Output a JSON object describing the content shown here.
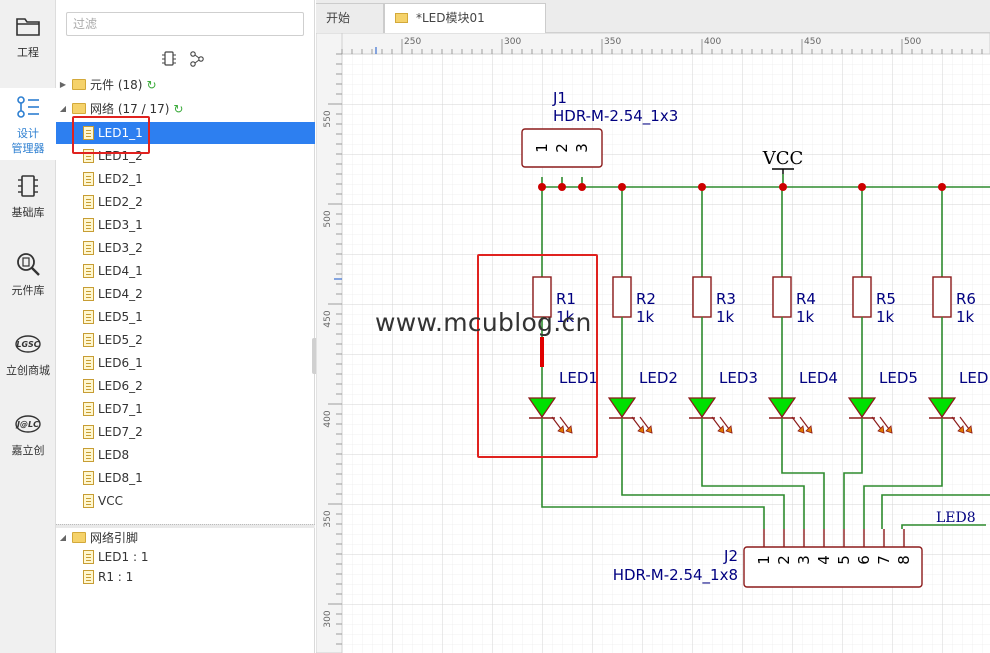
{
  "rail": {
    "items": [
      {
        "label": "工程",
        "icon": "folder-icon"
      },
      {
        "label": "设计\n管理器",
        "icon": "design-manager-icon",
        "active": true
      },
      {
        "label": "基础库",
        "icon": "chip-icon"
      },
      {
        "label": "元件库",
        "icon": "search-chip-icon"
      },
      {
        "label": "立创商城",
        "icon": "lcsc-logo-icon"
      },
      {
        "label": "嘉立创",
        "icon": "jlc-logo-icon"
      }
    ]
  },
  "panel": {
    "filter_placeholder": "过滤",
    "tree": {
      "components": {
        "label": "元件 (18)"
      },
      "nets": {
        "label": "网络 (17 / 17)"
      },
      "net_items": [
        "LED1_1",
        "LED1_2",
        "LED2_1",
        "LED2_2",
        "LED3_1",
        "LED3_2",
        "LED4_1",
        "LED4_2",
        "LED5_1",
        "LED5_2",
        "LED6_1",
        "LED6_2",
        "LED7_1",
        "LED7_2",
        "LED8",
        "LED8_1",
        "VCC"
      ],
      "selected": "LED1_1"
    },
    "net_pins": {
      "label": "网络引脚",
      "items": [
        "LED1 : 1",
        "R1 : 1"
      ]
    }
  },
  "tabs": [
    {
      "label": "开始",
      "active": false
    },
    {
      "label": "*LED模块01",
      "active": true
    }
  ],
  "ruler": {
    "top_ticks": [
      "250",
      "300",
      "350",
      "400",
      "450",
      "500"
    ],
    "left_ticks": [
      "550",
      "500",
      "450",
      "400",
      "350",
      "300"
    ]
  },
  "schematic": {
    "j1": {
      "ref": "J1",
      "value": "HDR-M-2.54_1x3",
      "pins": [
        "1",
        "2",
        "3"
      ]
    },
    "vcc": {
      "label": "VCC"
    },
    "resistors": [
      {
        "ref": "R1",
        "value": "1k"
      },
      {
        "ref": "R2",
        "value": "1k"
      },
      {
        "ref": "R3",
        "value": "1k"
      },
      {
        "ref": "R4",
        "value": "1k"
      },
      {
        "ref": "R5",
        "value": "1k"
      },
      {
        "ref": "R6",
        "value": "1k"
      }
    ],
    "leds": [
      "LED1",
      "LED2",
      "LED3",
      "LED4",
      "LED5",
      "LED"
    ],
    "j2": {
      "ref": "J2",
      "value": "HDR-M-2.54_1x8",
      "pins": [
        "1",
        "2",
        "3",
        "4",
        "5",
        "6",
        "7",
        "8"
      ]
    },
    "net_label": "LED8"
  },
  "watermark": "www.mcublog.cn",
  "colors": {
    "wire": "#2e8b2e",
    "component": "#8b1a1a",
    "junction": "#cc0000",
    "text": "#000080",
    "led_fill": "#00e000",
    "selection": "#2d7ff0",
    "annotation": "#e0221f"
  }
}
